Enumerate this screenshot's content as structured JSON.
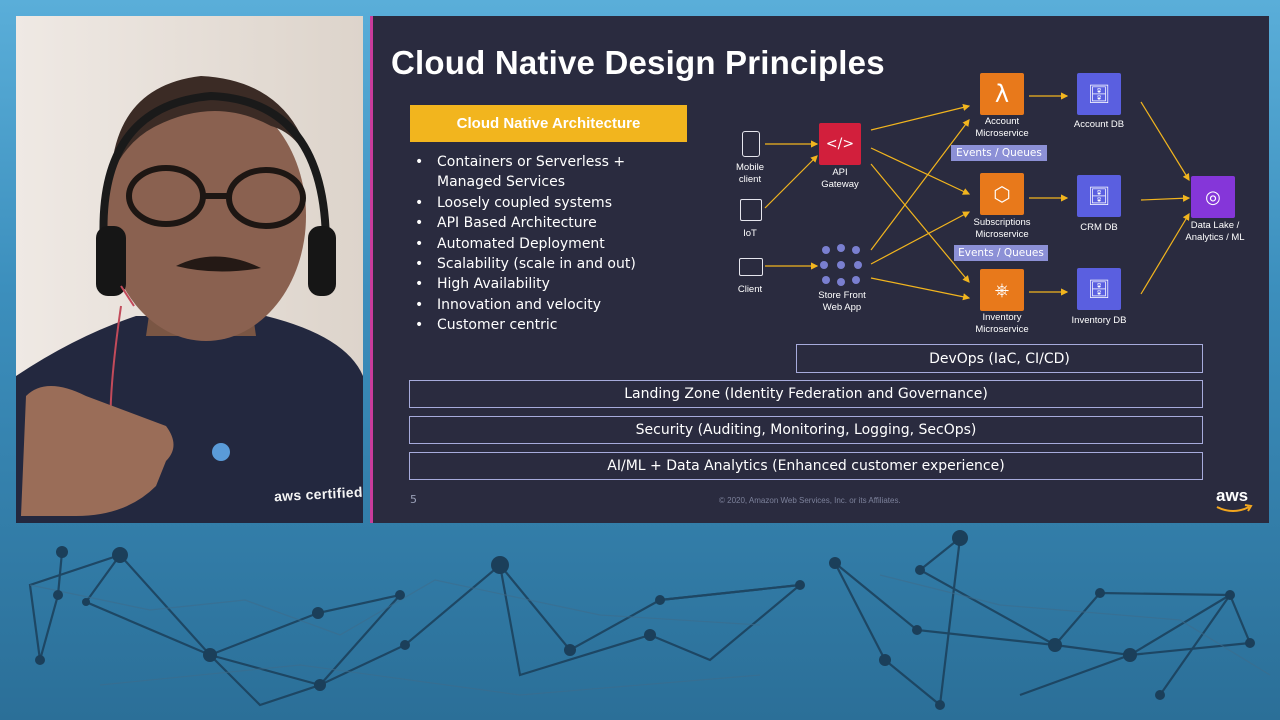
{
  "slide": {
    "title": "Cloud Native Design Principles",
    "arch_label": "Cloud Native Architecture",
    "bullets": [
      "Containers or Serverless +",
      "Managed Services",
      "Loosely coupled systems",
      "API Based Architecture",
      "Automated Deployment",
      "Scalability (scale in and out)",
      "High Availability",
      "Innovation and velocity",
      "Customer centric"
    ],
    "bars": {
      "devops": "DevOps (IaC, CI/CD)",
      "landing": "Landing Zone (Identity Federation and Governance)",
      "security": "Security (Auditing, Monitoring, Logging, SecOps)",
      "aiml": "AI/ML + Data Analytics (Enhanced customer experience)"
    },
    "slide_number": "5",
    "copyright": "© 2020, Amazon Web Services, Inc. or its Affiliates.",
    "logo": "aws"
  },
  "diagram": {
    "mobile": "Mobile\nclient",
    "iot": "IoT",
    "client": "Client",
    "api_gateway": "API\nGateway",
    "store_front": "Store Front\nWeb App",
    "account_ms": "Account\nMicroservice",
    "subscriptions_ms": "Subscriptions\nMicroservice",
    "inventory_ms": "Inventory\nMicroservice",
    "events_1": "Events / Queues",
    "events_2": "Events / Queues",
    "account_db": "Account DB",
    "crm_db": "CRM DB",
    "inventory_db": "Inventory DB",
    "data_lake": "Data Lake /\nAnalytics / ML"
  },
  "webcam": {
    "shirt_logo": "aws certified"
  },
  "colors": {
    "slide_bg": "#2a2b3f",
    "accent_yellow": "#f2b51e",
    "arrow": "#f2b51e",
    "lambda_orange": "#e8791b",
    "db_blue": "#5a5fe0",
    "gateway_red": "#d21f3c",
    "events_purple": "#8c90d6"
  }
}
